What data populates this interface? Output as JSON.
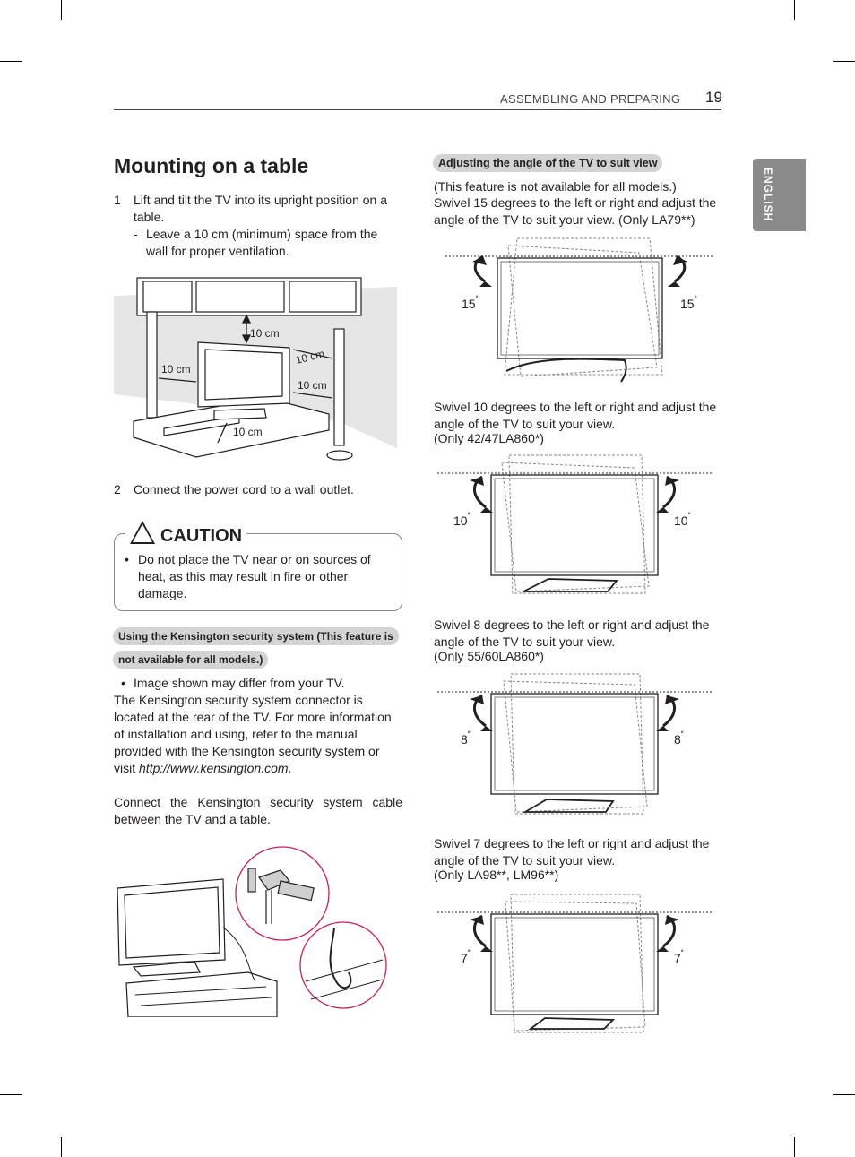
{
  "header": {
    "section": "ASSEMBLING AND PREPARING",
    "page": "19"
  },
  "lang_tab": "ENGLISH",
  "left": {
    "title": "Mounting on a table",
    "step1_num": "1",
    "step1_text": "Lift and tilt the TV into its upright position on a table.",
    "step1_sub_dash": "-",
    "step1_sub": "Leave a 10 cm (minimum) space from the wall for proper ventilation.",
    "diagram_labels": {
      "top": "10 cm",
      "left": "10 cm",
      "right_upper": "10 cm",
      "right_lower": "10 cm",
      "bottom": "10 cm"
    },
    "step2_num": "2",
    "step2_text": "Connect the power cord to a wall outlet.",
    "caution_title": "CAUTION",
    "caution_bullet": "Do not place the TV near or on sources of heat, as this may result in fire or other damage.",
    "kensington_heading_1": "Using the Kensington security system (This feature is",
    "kensington_heading_2": "not available for all models.)",
    "kensington_bullet": "Image shown may differ from your TV.",
    "kensington_para_1": "The Kensington security system connector is located at the rear of the TV. For more information of installation and using, refer to the manual provided with the Kensington security system or visit",
    "kensington_url": "http://www.kensington.com",
    "kensington_para_end": ".",
    "kensington_para_2": "Connect the Kensington security system cable between the TV and a table."
  },
  "right": {
    "heading": "Adjusting the angle of the TV to suit view",
    "intro_1": "(This feature is not available for all models.)",
    "intro_2": "Swivel 15 degrees to the left or right and adjust the angle of the TV to suit your view. (Only LA79**)",
    "deg15": "15",
    "para_10": "Swivel 10 degrees to the left or right and adjust the angle of the TV to suit your view.",
    "para_10_models": "(Only 42/47LA860*)",
    "deg10": "10",
    "para_8": "Swivel 8 degrees to the left or right and adjust the angle of the TV to suit your view.",
    "para_8_models": "(Only 55/60LA860*)",
    "deg8": "8",
    "para_7": "Swivel 7 degrees to the left or right and adjust the angle of the TV to suit your view.",
    "para_7_models": "(Only LA98**, LM96**)",
    "deg7": "7",
    "degree_sign": "˚"
  }
}
